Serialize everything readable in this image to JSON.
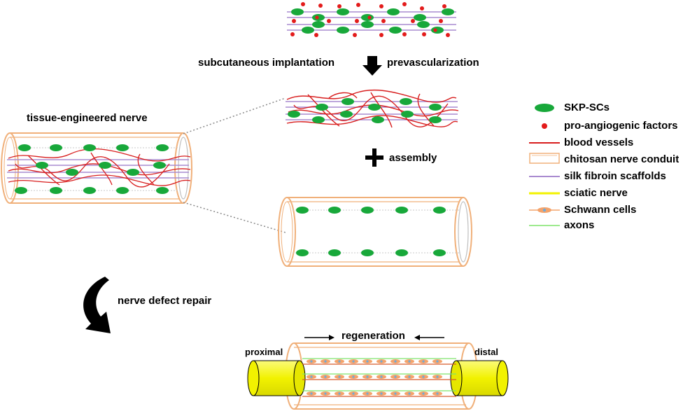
{
  "labels": {
    "subcutaneous": "subcutaneous implantation",
    "prevascularization": "prevascularization",
    "tissue_engineered": "tissue-engineered nerve",
    "assembly": "assembly",
    "nerve_defect_repair": "nerve defect repair",
    "regeneration": "regeneration",
    "proximal": "proximal",
    "distal": "distal"
  },
  "legend": [
    {
      "icon": "green-ellipse",
      "label": "SKP-SCs"
    },
    {
      "icon": "red-dot",
      "label": "pro-angiogenic factors"
    },
    {
      "icon": "red-line",
      "label": "blood vessels"
    },
    {
      "icon": "tube-outline",
      "label": "chitosan nerve conduit"
    },
    {
      "icon": "purple-line",
      "label": "silk fibroin scaffolds"
    },
    {
      "icon": "yellow-line",
      "label": "sciatic nerve"
    },
    {
      "icon": "schwann-cell",
      "label": "Schwann cells"
    },
    {
      "icon": "green-line",
      "label": "axons"
    }
  ],
  "colors": {
    "cell": "#18a83a",
    "factor": "#e31b1b",
    "vessel": "#d81e1e",
    "conduit": "#f0b07a",
    "scaffold": "#a98bd0",
    "nerve": "#f2f200",
    "axon": "#7fe36a",
    "schwann": "#f4a36b",
    "dashed": "#8a8a8a"
  }
}
